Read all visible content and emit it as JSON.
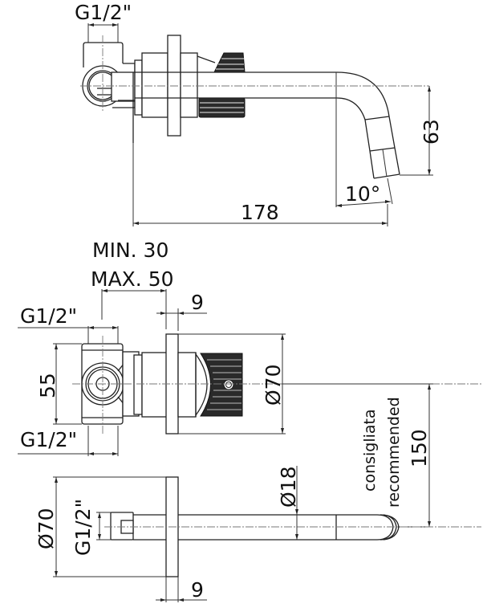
{
  "title": "Wall-mounted basin spout with concealed mixer - technical drawing",
  "units": "mm",
  "views": {
    "side_view": {
      "inlet_thread": "G1/2\"",
      "overall_projection": "178",
      "spout_drop": "63",
      "spout_angle": "10°"
    },
    "mixer_body": {
      "wall_depth_min": "MIN. 30",
      "wall_depth_max": "MAX. 50",
      "plate_thickness": "9",
      "inlet_thread_top": "G1/2\"",
      "inlet_thread_bottom": "G1/2\"",
      "body_height": "55",
      "plate_diameter": "Ø70"
    },
    "spout_body": {
      "plate_diameter": "Ø70",
      "inlet_thread": "G1/2\"",
      "pipe_diameter": "Ø18",
      "plate_thickness": "9",
      "recommended_note_it": "consigliata",
      "recommended_note_en": "recommended",
      "recommended_distance": "150"
    }
  },
  "colors": {
    "line": "#222222",
    "knurl": "#2a2a2a",
    "background": "#ffffff"
  }
}
